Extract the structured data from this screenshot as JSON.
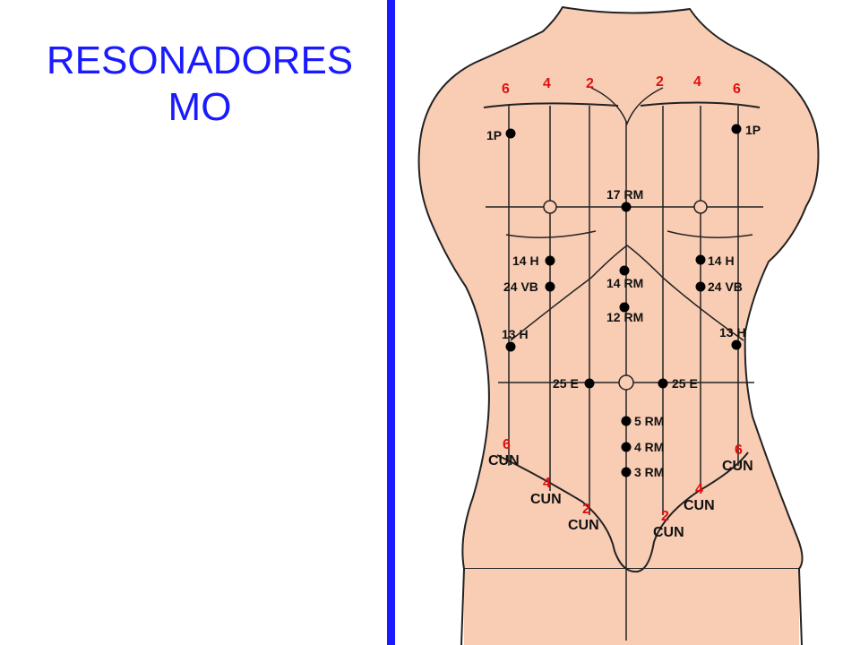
{
  "title": {
    "line1": "RESONADORES",
    "line2": "MO"
  },
  "colors": {
    "title": "#1a1aff",
    "divider": "#1a1aff",
    "skin": "#f9cdb4",
    "outline": "#222222",
    "number": "#e01010",
    "point": "#000000"
  },
  "diagram": {
    "top_numbers": [
      "6",
      "4",
      "2",
      "2",
      "4",
      "6"
    ],
    "points": {
      "p1_left": "1P",
      "p1_right": "1P",
      "rm17": "17 RM",
      "h14_left": "14 H",
      "h14_right": "14 H",
      "vb24_left": "24 VB",
      "vb24_right": "24 VB",
      "rm14": "14 RM",
      "rm12": "12 RM",
      "h13_left": "13 H",
      "h13_right": "13 H",
      "e25_left": "25 E",
      "e25_right": "25 E",
      "rm5": "5 RM",
      "rm4": "4 RM",
      "rm3": "3 RM"
    },
    "cun_markers": [
      {
        "num": "6",
        "label": "CUN"
      },
      {
        "num": "4",
        "label": "CUN"
      },
      {
        "num": "2",
        "label": "CUN"
      },
      {
        "num": "2",
        "label": "CUN"
      },
      {
        "num": "4",
        "label": "CUN"
      },
      {
        "num": "6",
        "label": "CUN"
      }
    ]
  }
}
